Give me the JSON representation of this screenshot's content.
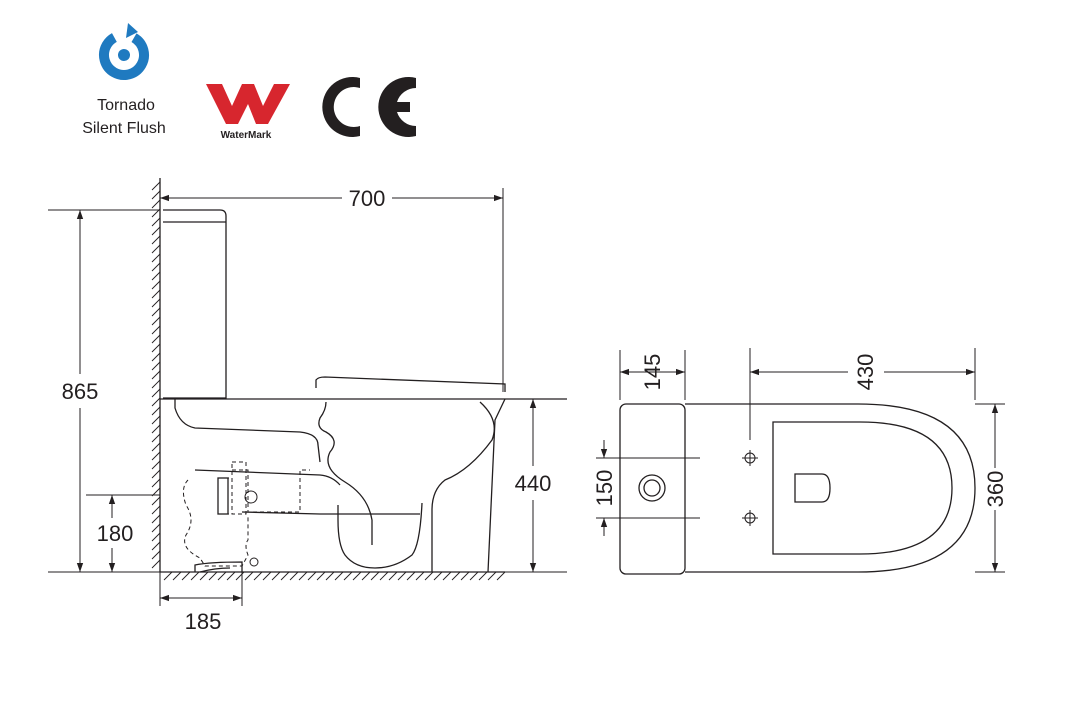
{
  "logos": {
    "brand_line1": "Tornado",
    "brand_line2": "Silent Flush",
    "watermark_label": "WaterMark",
    "ce_mark": "CE",
    "colors": {
      "brand_blue": "#1f7ac0",
      "watermark_red": "#d7262e",
      "ink": "#231f20"
    }
  },
  "side_view": {
    "overall_length": "700",
    "overall_height": "865",
    "seat_height": "440",
    "outlet_height": "180",
    "outlet_setback": "185"
  },
  "top_view": {
    "tank_depth": "145",
    "bowl_length": "430",
    "inlet_spacing": "150",
    "overall_width": "360"
  }
}
